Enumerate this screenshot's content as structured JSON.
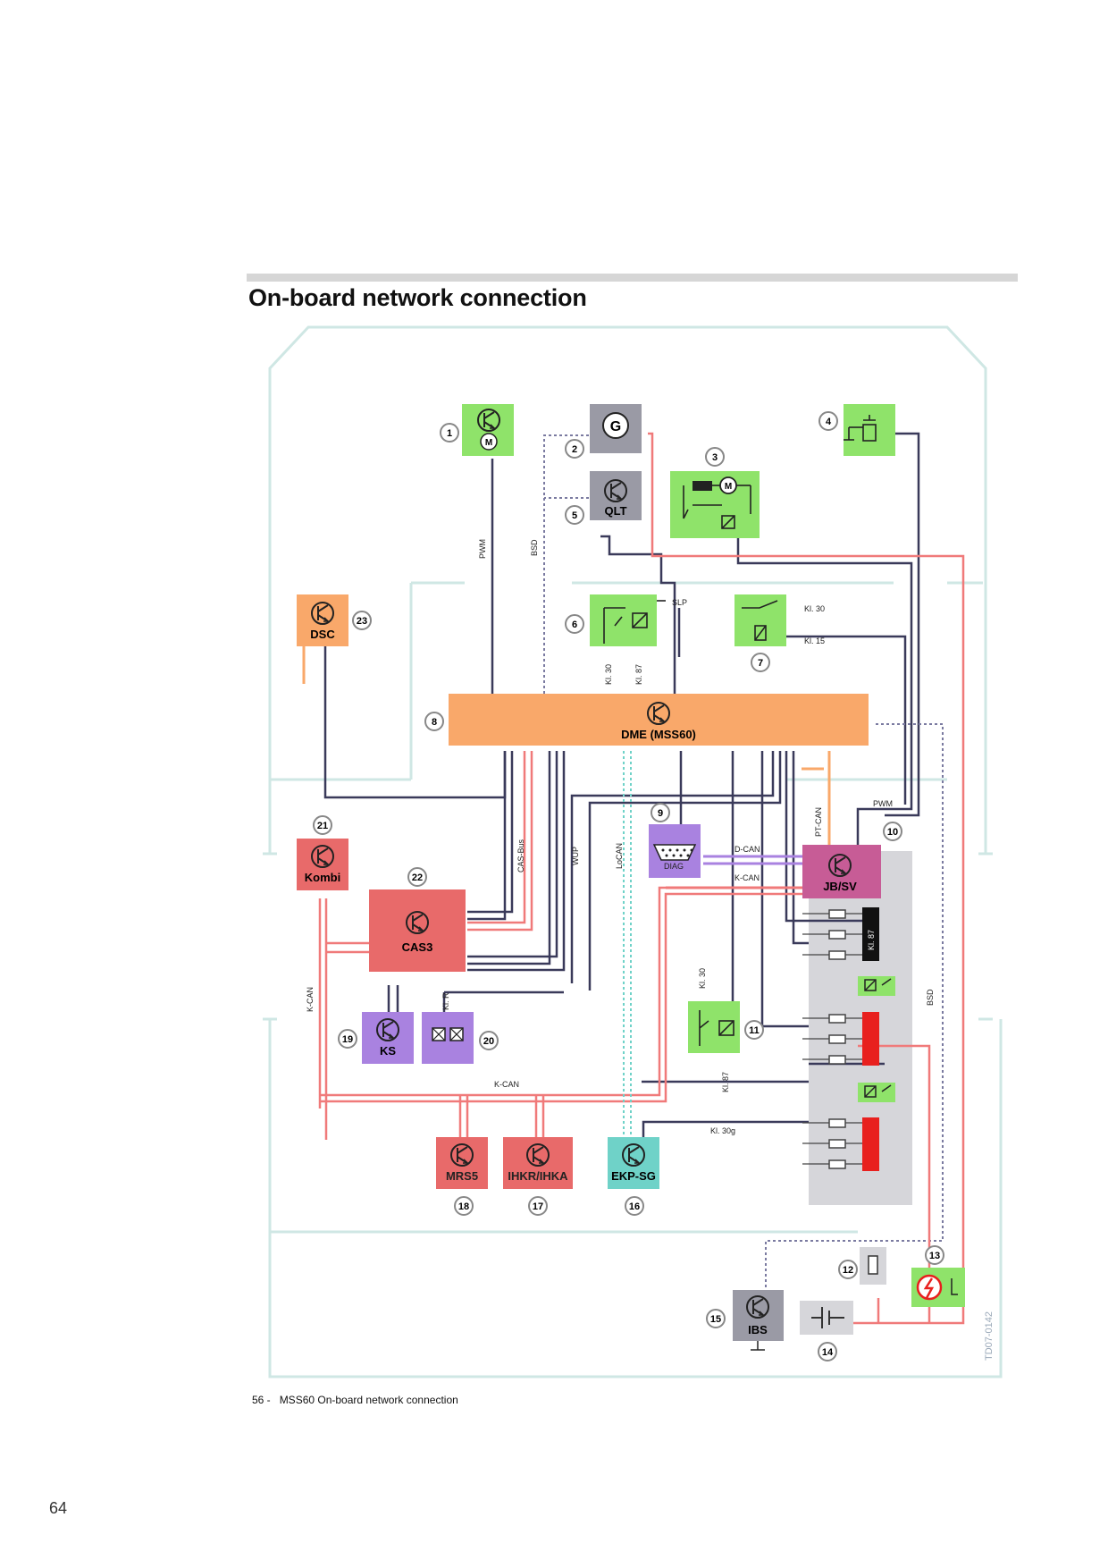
{
  "page": {
    "title": "On-board network connection",
    "page_number": "64"
  },
  "caption": {
    "number": "56 -",
    "text": "MSS60 On-board network connection"
  },
  "diagram": {
    "ref_code": "TD07-0142",
    "colors": {
      "green": "#8fe36a",
      "orange": "#f9a86a",
      "red": "#e86a6a",
      "purple": "#a982e0",
      "gray": "#9a9aa5",
      "teal": "#6fd2c8",
      "jbsv": "#c75c96",
      "wire": "#3a3a5a",
      "wire_red": "#f07a7a",
      "frame": "#cfe7e4",
      "fusebox": "#d6d6da"
    },
    "components": [
      {
        "num": "1",
        "label": ""
      },
      {
        "num": "2",
        "label": "G"
      },
      {
        "num": "3",
        "label": ""
      },
      {
        "num": "4",
        "label": ""
      },
      {
        "num": "5",
        "label": "QLT"
      },
      {
        "num": "6",
        "label": ""
      },
      {
        "num": "7",
        "label": ""
      },
      {
        "num": "8",
        "label": "DME (MSS60)"
      },
      {
        "num": "9",
        "label": "DIAG"
      },
      {
        "num": "10",
        "label": "JB/SV"
      },
      {
        "num": "11",
        "label": ""
      },
      {
        "num": "12",
        "label": ""
      },
      {
        "num": "13",
        "label": ""
      },
      {
        "num": "14",
        "label": ""
      },
      {
        "num": "15",
        "label": "IBS"
      },
      {
        "num": "16",
        "label": "EKP-SG"
      },
      {
        "num": "17",
        "label": "IHKR/IHKA"
      },
      {
        "num": "18",
        "label": "MRS5"
      },
      {
        "num": "19",
        "label": "KS"
      },
      {
        "num": "20",
        "label": ""
      },
      {
        "num": "21",
        "label": "Kombi"
      },
      {
        "num": "22",
        "label": "CAS3"
      },
      {
        "num": "23",
        "label": "DSC"
      }
    ],
    "signals": {
      "pwm": "PWM",
      "bsd": "BSD",
      "slp": "SLP",
      "kl30": "Kl. 30",
      "kl15": "Kl. 15",
      "kl87": "Kl. 87",
      "cas_bus": "CAS-Bus",
      "wup": "WUP",
      "locan": "LoCAN",
      "d_can": "D-CAN",
      "k_can": "K-CAN",
      "pt_can": "PT-CAN",
      "klr": "Kl. R",
      "kl30g": "Kl. 30g"
    }
  }
}
